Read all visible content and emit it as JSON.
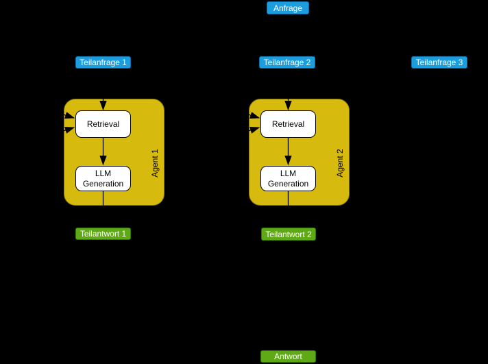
{
  "diagram": {
    "nodes": {
      "anfrage": "Anfrage",
      "teilanfrage_1": "Teilanfrage 1",
      "teilanfrage_2": "Teilanfrage 2",
      "teilanfrage_3": "Teilanfrage 3",
      "teilantwort_1": "Teilantwort 1",
      "teilantwort_2": "Teilantwort 2",
      "antwort": "Antwort",
      "agent_1": {
        "label": "Agent 1",
        "retrieval": "Retrieval",
        "llm_generation": "LLM Generation"
      },
      "agent_2": {
        "label": "Agent 2",
        "retrieval": "Retrieval",
        "llm_generation": "LLM Generation"
      }
    },
    "visible_arrows": [
      "arrow down into Agent 1 Retrieval (from Teilanfrage 1)",
      "two arrows into left side of Agent 1 Retrieval",
      "arrow Agent 1 Retrieval to LLM Generation",
      "line from Agent 1 LLM Generation down out of agent box (to Teilantwort 1)",
      "arrow down into Agent 2 Retrieval (from Teilanfrage 2)",
      "two arrows into left side of Agent 2 Retrieval",
      "arrow Agent 2 Retrieval to LLM Generation",
      "line from Agent 2 LLM Generation down out of agent box (to Teilantwort 2)"
    ],
    "colors": {
      "background": "#000000",
      "request_fill": "#1B9DDE",
      "request_stroke": "#0C6EA8",
      "answer_fill": "#5FA917",
      "answer_stroke": "#2D7600",
      "agent_fill": "#D6BA0D",
      "agent_stroke": "#8A7A00",
      "node_fill": "#FFFFFF",
      "node_stroke": "#000000",
      "node_text": "#000000",
      "label_text": "#FFFFFF",
      "arrow": "#000000"
    }
  }
}
